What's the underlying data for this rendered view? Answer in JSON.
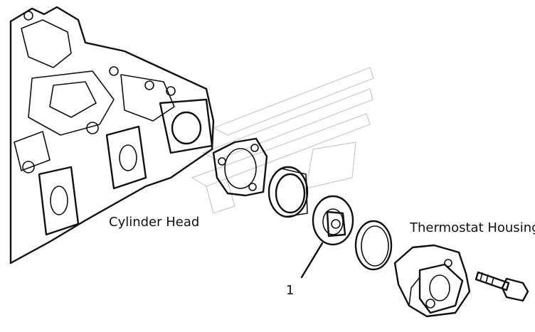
{
  "labels": {
    "cylinder_head": "Cylinder Head",
    "thermostat_housing": "Thermostat Housing",
    "callout_thermostat": "1"
  },
  "colors": {
    "line": "#111111",
    "watermark": "#c9c9c9",
    "background": "#ffffff"
  }
}
